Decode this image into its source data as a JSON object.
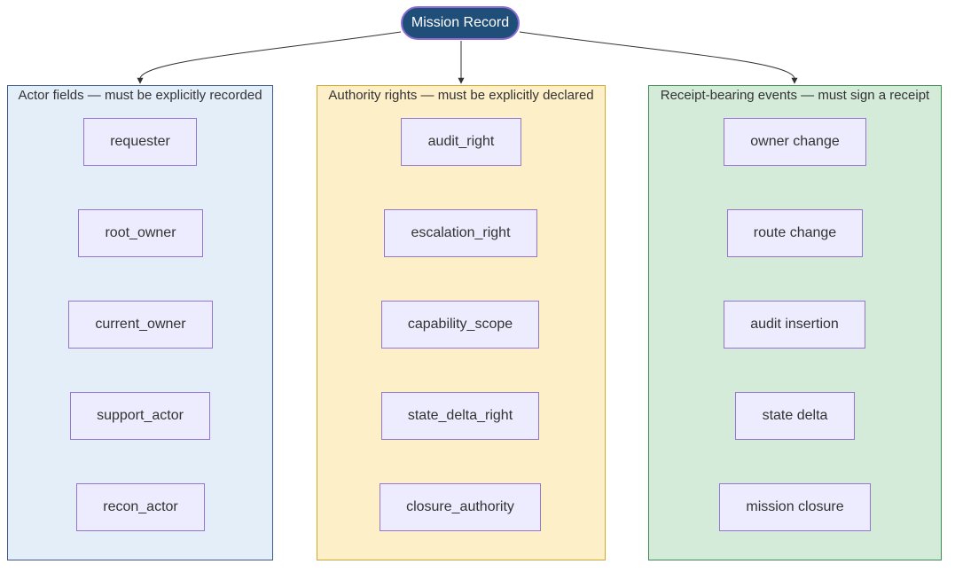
{
  "root": {
    "label": "Mission Record"
  },
  "groups": [
    {
      "title": "Actor fields — must be explicitly recorded",
      "items": [
        "requester",
        "root_owner",
        "current_owner",
        "support_actor",
        "recon_actor"
      ]
    },
    {
      "title": "Authority rights — must be explicitly declared",
      "items": [
        "audit_right",
        "escalation_right",
        "capability_scope",
        "state_delta_right",
        "closure_authority"
      ]
    },
    {
      "title": "Receipt-bearing events — must sign a receipt",
      "items": [
        "owner change",
        "route change",
        "audit insertion",
        "state delta",
        "mission closure"
      ]
    }
  ],
  "colors": {
    "root_fill": "#1f4e79",
    "root_border": "#8d6dd3",
    "node_fill": "#ececfe",
    "node_border": "#9575cd",
    "actors_fill": "#e4eef9",
    "rights_fill": "#fdf0c8",
    "receipts_fill": "#d4ebd9",
    "edge": "#333333"
  }
}
